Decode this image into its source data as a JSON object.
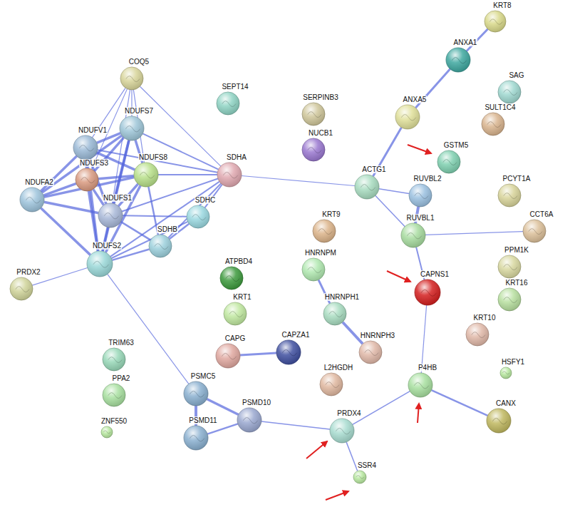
{
  "diagram": {
    "nodes": [
      {
        "text": [
          "KRT8"
        ]
      },
      {
        "text": [
          "COQ5"
        ]
      },
      {
        "text": [
          "ANXA1"
        ]
      },
      {
        "text": [
          "SEPT14"
        ]
      },
      {
        "text": [
          "SAG"
        ]
      },
      {
        "text": [
          "SERPINB3"
        ]
      },
      {
        "text": [
          "ANXA5"
        ]
      },
      {
        "text": [
          "SULT1C4"
        ]
      },
      {
        "text": [
          "NDUFV1"
        ]
      },
      {
        "text": [
          "NDUFS7"
        ]
      },
      {
        "text": [
          "NUCB1"
        ]
      },
      {
        "text": [
          "GSTM5"
        ]
      },
      {
        "text": [
          "NDUFS3"
        ]
      },
      {
        "text": [
          "NDUFS8"
        ]
      },
      {
        "text": [
          "SDHA"
        ]
      },
      {
        "text": [
          "ACTG1"
        ]
      },
      {
        "text": [
          "RUVBL2"
        ]
      },
      {
        "text": [
          "PCYT1A"
        ]
      },
      {
        "text": [
          "NDUFA2"
        ]
      },
      {
        "text": [
          "NDUFS1"
        ]
      },
      {
        "text": [
          "SDHC"
        ]
      },
      {
        "text": [
          "CCT6A"
        ]
      },
      {
        "text": [
          "KRT9"
        ]
      },
      {
        "text": [
          "RUVBL1"
        ]
      },
      {
        "text": [
          "SDHB"
        ]
      },
      {
        "text": [
          "NDUFS2"
        ]
      },
      {
        "text": [
          "HNRNPM"
        ]
      },
      {
        "text": [
          "PPM1K"
        ]
      },
      {
        "text": [
          "ATPBD4"
        ]
      },
      {
        "text": [
          "CAPNS1"
        ]
      },
      {
        "text": [
          "PRDX2"
        ]
      },
      {
        "text": [
          "KRT16"
        ]
      },
      {
        "text": [
          "KRT1"
        ]
      },
      {
        "text": [
          "HNRNPH1"
        ]
      },
      {
        "text": [
          "KRT10"
        ]
      },
      {
        "text": [
          "TRIM63"
        ]
      },
      {
        "text": [
          "CAPG"
        ]
      },
      {
        "text": [
          "CAPZA1"
        ]
      },
      {
        "text": [
          "HNRNPH3"
        ]
      },
      {
        "text": [
          "L2HGDH"
        ]
      },
      {
        "text": [
          "HSFY1"
        ]
      },
      {
        "text": [
          "P4HB"
        ]
      },
      {
        "text": [
          "PSMC5"
        ]
      },
      {
        "text": [
          "PPA2"
        ]
      },
      {
        "text": [
          "CANX"
        ]
      },
      {
        "text": [
          "PSMD10"
        ]
      },
      {
        "text": [
          "ZNF550"
        ]
      },
      {
        "text": [
          "PSMD11"
        ]
      },
      {
        "text": [
          "PRDX4"
        ]
      },
      {
        "text": [
          "SSR4"
        ]
      }
    ],
    "edges": [
      {
        "from": 8,
        "to": 9,
        "arrow": "none"
      },
      {
        "from": 8,
        "to": 12,
        "arrow": "none"
      },
      {
        "from": 8,
        "to": 13,
        "arrow": "none"
      },
      {
        "from": 8,
        "to": 18,
        "arrow": "none"
      },
      {
        "from": 8,
        "to": 19,
        "arrow": "none"
      },
      {
        "from": 8,
        "to": 25,
        "arrow": "none"
      },
      {
        "from": 9,
        "to": 12,
        "arrow": "none"
      },
      {
        "from": 9,
        "to": 13,
        "arrow": "none"
      },
      {
        "from": 9,
        "to": 18,
        "arrow": "none"
      },
      {
        "from": 9,
        "to": 19,
        "arrow": "none"
      },
      {
        "from": 9,
        "to": 25,
        "arrow": "none"
      },
      {
        "from": 12,
        "to": 13,
        "arrow": "none"
      },
      {
        "from": 12,
        "to": 18,
        "arrow": "none"
      },
      {
        "from": 12,
        "to": 19,
        "arrow": "none"
      },
      {
        "from": 12,
        "to": 25,
        "arrow": "none"
      },
      {
        "from": 13,
        "to": 18,
        "arrow": "none"
      },
      {
        "from": 13,
        "to": 19,
        "arrow": "none"
      },
      {
        "from": 13,
        "to": 25,
        "arrow": "none"
      },
      {
        "from": 18,
        "to": 19,
        "arrow": "none"
      },
      {
        "from": 18,
        "to": 25,
        "arrow": "none"
      },
      {
        "from": 19,
        "to": 25,
        "arrow": "none"
      },
      {
        "from": 1,
        "to": 8,
        "arrow": "none"
      },
      {
        "from": 1,
        "to": 9,
        "arrow": "none"
      },
      {
        "from": 1,
        "to": 12,
        "arrow": "none"
      },
      {
        "from": 1,
        "to": 13,
        "arrow": "none"
      },
      {
        "from": 1,
        "to": 19,
        "arrow": "none"
      },
      {
        "from": 1,
        "to": 14,
        "arrow": "none"
      },
      {
        "from": 14,
        "to": 20,
        "arrow": "none"
      },
      {
        "from": 14,
        "to": 24,
        "arrow": "none"
      },
      {
        "from": 14,
        "to": 13,
        "arrow": "none"
      },
      {
        "from": 14,
        "to": 9,
        "arrow": "none"
      },
      {
        "from": 14,
        "to": 8,
        "arrow": "none"
      },
      {
        "from": 14,
        "to": 19,
        "arrow": "none"
      },
      {
        "from": 14,
        "to": 25,
        "arrow": "none"
      },
      {
        "from": 24,
        "to": 20,
        "arrow": "none"
      },
      {
        "from": 24,
        "to": 19,
        "arrow": "none"
      },
      {
        "from": 24,
        "to": 25,
        "arrow": "none"
      },
      {
        "from": 24,
        "to": 13,
        "arrow": "none"
      },
      {
        "from": 20,
        "to": 25,
        "arrow": "none"
      },
      {
        "from": 20,
        "to": 19,
        "arrow": "none"
      },
      {
        "from": 25,
        "to": 30,
        "arrow": "none"
      },
      {
        "from": 25,
        "to": 42,
        "arrow": "none"
      },
      {
        "from": 14,
        "to": 15,
        "arrow": "none"
      },
      {
        "from": 15,
        "to": 6,
        "arrow": "none"
      },
      {
        "from": 15,
        "to": 16,
        "arrow": "none"
      },
      {
        "from": 15,
        "to": 23,
        "arrow": "none"
      },
      {
        "from": 6,
        "to": 2,
        "arrow": "none"
      },
      {
        "from": 2,
        "to": 0,
        "arrow": "none"
      },
      {
        "from": 16,
        "to": 23,
        "arrow": "none"
      },
      {
        "from": 23,
        "to": 21,
        "arrow": "none"
      },
      {
        "from": 23,
        "to": 29,
        "arrow": "none"
      },
      {
        "from": 29,
        "to": 41,
        "arrow": "none"
      },
      {
        "from": 41,
        "to": 44,
        "arrow": "none"
      },
      {
        "from": 41,
        "to": 48,
        "arrow": "none"
      },
      {
        "from": 48,
        "to": 49,
        "arrow": "none"
      },
      {
        "from": 48,
        "to": 45,
        "arrow": "none"
      },
      {
        "from": 45,
        "to": 42,
        "arrow": "none"
      },
      {
        "from": 45,
        "to": 47,
        "arrow": "none"
      },
      {
        "from": 42,
        "to": 47,
        "arrow": "none"
      },
      {
        "from": 26,
        "to": 33,
        "arrow": "none"
      },
      {
        "from": 33,
        "to": 38,
        "arrow": "none"
      },
      {
        "from": 36,
        "to": 37,
        "arrow": "none"
      }
    ]
  }
}
